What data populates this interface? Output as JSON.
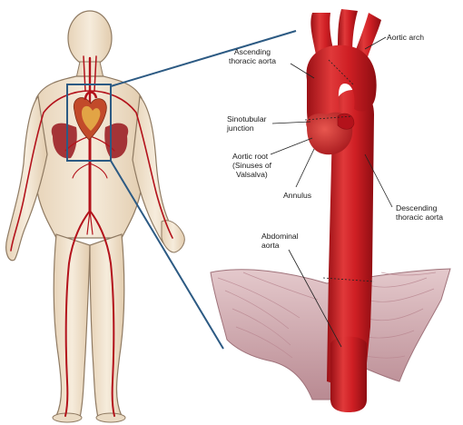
{
  "colors": {
    "body_fill": "#f1e3cf",
    "body_outline": "#8f7a62",
    "artery_red": "#b3121b",
    "aorta_red": "#cf1f24",
    "aorta_dark": "#8e0d12",
    "heart": "#c24a2a",
    "heart_gold": "#e8b44a",
    "organ_red": "#9c2127",
    "zoom_line": "#2c5a83",
    "diaphragm": "#c9a0a6",
    "leader_line": "#222222"
  },
  "labels": {
    "aortic_arch": "Aortic arch",
    "ascending_1": "Ascending",
    "ascending_2": "thoracic aorta",
    "sinotubular_1": "Sinotubular",
    "sinotubular_2": "junction",
    "aortic_root_1": "Aortic root",
    "aortic_root_2": "(Sinuses of",
    "aortic_root_3": "Valsalva)",
    "annulus": "Annulus",
    "descending_1": "Descending",
    "descending_2": "thoracic aorta",
    "abdominal_1": "Abdominal",
    "abdominal_2": "aorta"
  }
}
